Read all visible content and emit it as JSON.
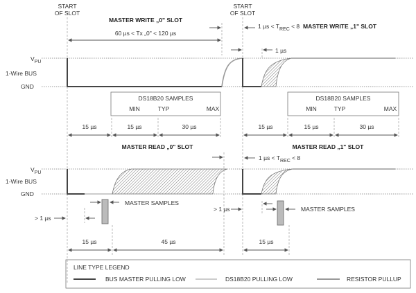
{
  "write": {
    "start_of_slot_1": "START",
    "start_of_slot_2": "OF SLOT",
    "title_0": "MASTER WRITE „0\" SLOT",
    "title_1": "MASTER WRITE „1\" SLOT",
    "tx_range": "60 µs < Tx „0\" < 120 µs",
    "trec_prefix": "1 µs < T",
    "trec_sub": "REC",
    "trec_suffix": " < 8",
    "one_us": "1 µs",
    "samples_box": {
      "title": "DS18B20 SAMPLES",
      "min": "MIN",
      "typ": "TYP",
      "max": "MAX"
    },
    "dims": [
      "15 µs",
      "15 µs",
      "30 µs"
    ]
  },
  "read": {
    "title_0": "MASTER READ „0\" SLOT",
    "title_1": "MASTER READ „1\" SLOT",
    "master_samples": "MASTER SAMPLES",
    "gt_1us": "> 1 µs",
    "dims_0": [
      "15 µs",
      "45 µs"
    ],
    "dims_1": "15 µs"
  },
  "axis": {
    "vpu": "V",
    "vpu_sub": "PU",
    "bus": "1-Wire BUS",
    "gnd": "GND"
  },
  "legend": {
    "title": "LINE TYPE LEGEND",
    "master": "BUS MASTER PULLING LOW",
    "ds": "DS18B20 PULLING LOW",
    "pullup": "RESISTOR PULLUP"
  }
}
